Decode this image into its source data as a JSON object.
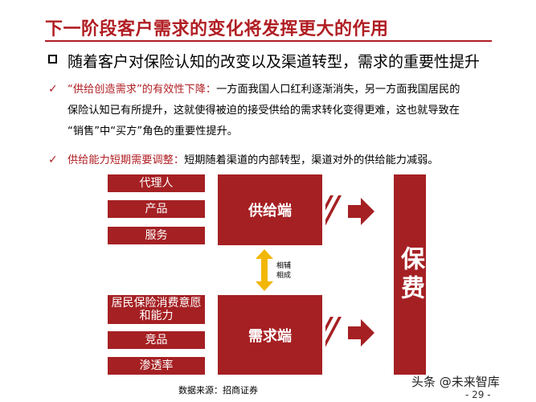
{
  "header": {
    "title": "下一阶段客户需求的变化将发挥更大的作用",
    "subtitle": "随着客户对保险认知的改变以及渠道转型，需求的重要性提升"
  },
  "bullets": [
    {
      "lead": "“供给创造需求”的有效性下降：",
      "line1_rest": "一方面我国人口红利逐渐消失，另一方面我国居民的",
      "line2": "保险认知已有所提升，这就使得被迫的接受供给的需求转化变得更难，这也就导致在",
      "line3": "“销售”中“买方”角色的重要性提升。"
    },
    {
      "lead": "供给能力短期需要调整：",
      "text": "短期随着渠道的内部转型，渠道对外的供给能力减弱。"
    }
  ],
  "diagram": {
    "supply_items": [
      "代理人",
      "产品",
      "服务"
    ],
    "supply_label": "供给端",
    "demand_items": [
      "居民保险消费意愿和能力",
      "竞品",
      "渗透率"
    ],
    "demand_label": "需求端",
    "interplay_label": "相辅相成",
    "premium_label": "保费"
  },
  "footer": {
    "source": "数据来源：招商证券",
    "watermark": "头条 @未来智库",
    "page": "- 29 -"
  },
  "colors": {
    "brand_red": "#a52023",
    "title_red": "#b01e23",
    "arrow_yellow": "#f2b705"
  }
}
